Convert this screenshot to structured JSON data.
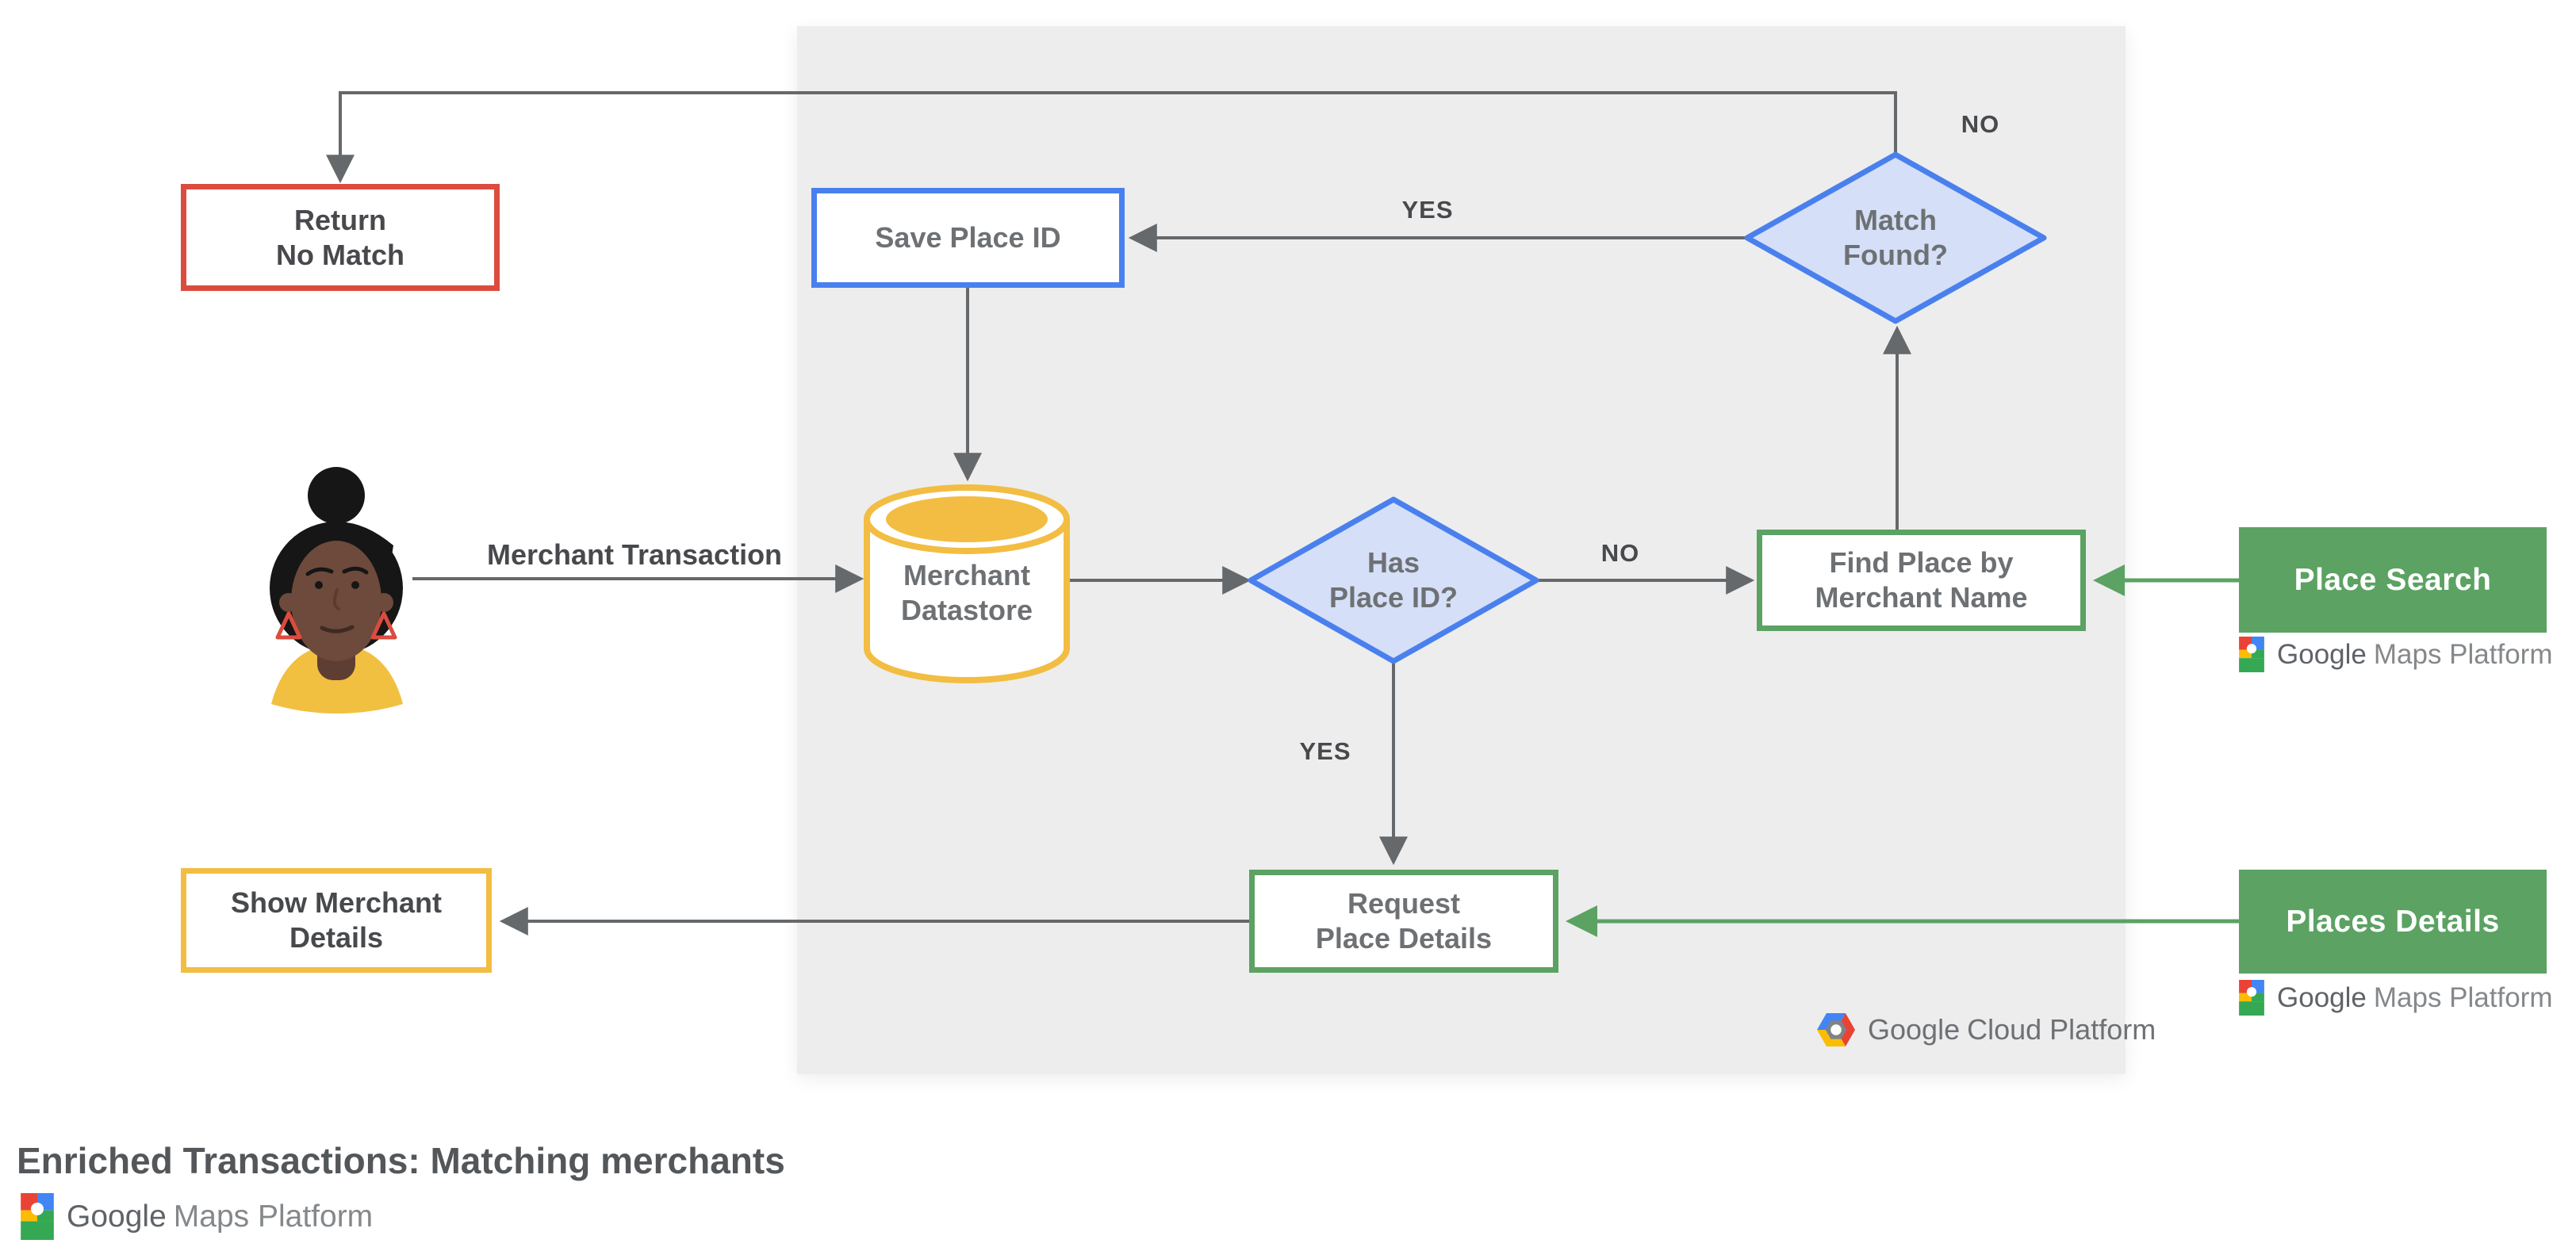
{
  "title": "Enriched Transactions: Matching merchants",
  "nodes": {
    "return_no_match": "Return\nNo Match",
    "save_place_id": "Save Place ID",
    "match_found": "Match\nFound?",
    "merchant_datastore": "Merchant\nDatastore",
    "has_place_id": "Has\nPlace ID?",
    "find_place_by_merchant_name": "Find Place by\nMerchant Name",
    "request_place_details": "Request\nPlace Details",
    "show_merchant_details": "Show Merchant\nDetails",
    "place_search": "Place Search",
    "places_details": "Places Details"
  },
  "edge_labels": {
    "match_found_no": "NO",
    "match_found_yes": "YES",
    "has_place_id_no": "NO",
    "has_place_id_yes": "YES",
    "merchant_transaction": "Merchant Transaction"
  },
  "logos": {
    "maps_platform": {
      "google": "Google",
      "rest": "Maps Platform"
    },
    "cloud_platform": {
      "google": "Google",
      "rest": "Cloud Platform"
    }
  },
  "colors": {
    "red": "#DB4C3F",
    "blue": "#4A80EE",
    "blue_fill": "#D5DFF7",
    "yellow": "#F2BD42",
    "green": "#5BA263",
    "line_gray": "#66696B",
    "panel_gray": "#EDEDEE"
  }
}
